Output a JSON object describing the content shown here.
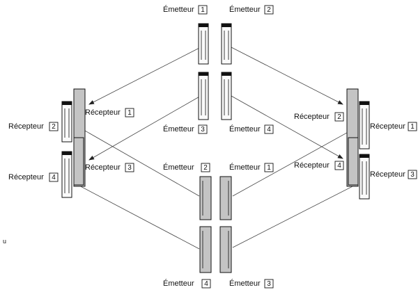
{
  "emitter_word": "Émetteur",
  "receiver_word": "Récepteur",
  "labels": [
    {
      "id": "em1-top",
      "kind": "emitter",
      "num": "1"
    },
    {
      "id": "em2-top",
      "kind": "emitter",
      "num": "2"
    },
    {
      "id": "em3-mid",
      "kind": "emitter",
      "num": "3"
    },
    {
      "id": "em4-mid",
      "kind": "emitter",
      "num": "4"
    },
    {
      "id": "em2-mid",
      "kind": "emitter",
      "num": "2"
    },
    {
      "id": "em1-mid",
      "kind": "emitter",
      "num": "1"
    },
    {
      "id": "em4-bot",
      "kind": "emitter",
      "num": "4"
    },
    {
      "id": "em3-bot",
      "kind": "emitter",
      "num": "3"
    },
    {
      "id": "rx1-left",
      "kind": "receiver",
      "num": "1"
    },
    {
      "id": "rx2-left",
      "kind": "receiver",
      "num": "2"
    },
    {
      "id": "rx3-left",
      "kind": "receiver",
      "num": "3"
    },
    {
      "id": "rx4-left",
      "kind": "receiver",
      "num": "4"
    },
    {
      "id": "rx2-right",
      "kind": "receiver",
      "num": "2"
    },
    {
      "id": "rx1-right",
      "kind": "receiver",
      "num": "1"
    },
    {
      "id": "rx4-right",
      "kind": "receiver",
      "num": "4"
    },
    {
      "id": "rx3-right",
      "kind": "receiver",
      "num": "3"
    }
  ],
  "stray_mark": "u"
}
